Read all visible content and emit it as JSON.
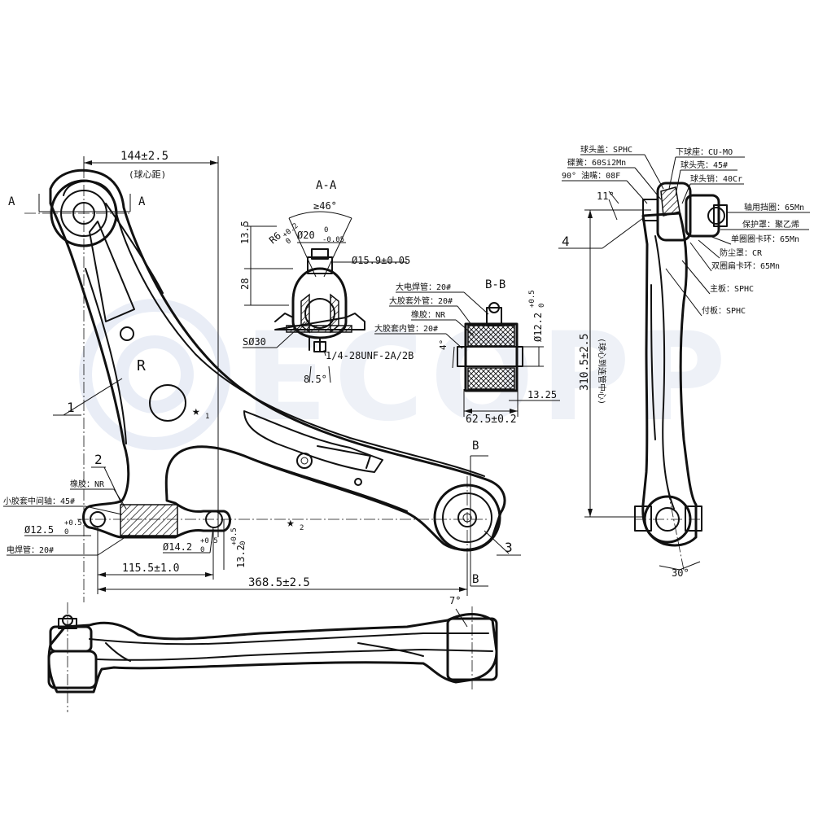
{
  "watermark": {
    "text": "ECOPP",
    "color": "#cfd8ea"
  },
  "section_labels": {
    "a_left": "A",
    "a_right": "A",
    "section_aa": "A-A",
    "section_bb": "B-B",
    "b_top": "B",
    "b_bottom": "B"
  },
  "part_numbers": {
    "p1": "1",
    "p2": "2",
    "p3": "3",
    "p4": "4"
  },
  "region_mark": "R",
  "star_marks": {
    "s1": "★",
    "s1_sub": "1",
    "s2": "★",
    "s2_sub": "2"
  },
  "dimensions": {
    "top_span": "144±2.5",
    "top_span_note": "(球心距)",
    "aa_angle": "≥46°",
    "aa_h135": "13.5",
    "aa_h28": "28",
    "aa_r6": "R6",
    "aa_r6_tol": "+0.2",
    "aa_r6_tol2": "0",
    "aa_d20": "Ø20",
    "aa_d20_tol1": "0",
    "aa_d20_tol2": "-0.05",
    "aa_d159": "Ø15.9±0.05",
    "aa_s30": "SØ30",
    "aa_thread": "1/4-28UNF-2A/2B",
    "aa_angle85": "8.5°",
    "bb_d122": "Ø12.2",
    "bb_d122_tol1": "+0.5",
    "bb_d122_tol2": "0",
    "bb_angle4": "4°",
    "bb_1325": "13.25",
    "bb_625": "62.5±0.2",
    "small_d125": "Ø12.5",
    "small_d125_tol1": "+0.5",
    "small_d125_tol2": "0",
    "small_d142": "Ø14.2",
    "small_d142_tol1": "+0.5",
    "small_d142_tol2": "0",
    "small_132": "13.2",
    "small_132_tol1": "+0.5",
    "small_132_tol2": "0",
    "span_1155": "115.5±1.0",
    "span_3685": "368.5±2.5",
    "side_angle7": "7°",
    "right_angle11": "11°",
    "right_3105": "310.5±2.5",
    "right_3105_note": "(球心到连管中心)",
    "right_angle30": "30°"
  },
  "callouts_bb": {
    "c1": "大电焊管：20#",
    "c2": "大胶套外管：20#",
    "c3": "橡胶：NR",
    "c4": "大胶套内管：20#"
  },
  "callouts_small": {
    "c1": "橡胶：NR",
    "c2": "小胶套中间轴：45#",
    "c3": "电焊管：20#"
  },
  "callouts_ball": {
    "c1": "球头盖：SPHC",
    "c2": "碟簧：60Si2Mn",
    "c3": "90° 油嘴：08F",
    "c4": "下球座：CU-MO",
    "c5": "球头壳：45#",
    "c6": "球头销：40Cr",
    "c7": "轴用挡圈：65Mn",
    "c8": "保护罩：聚乙烯",
    "c9": "单圈圈卡环：65Mn",
    "c10": "防尘罩：CR",
    "c11": "双圈扁卡环：65Mn",
    "c12": "主板：SPHC",
    "c13": "付板：SPHC"
  }
}
